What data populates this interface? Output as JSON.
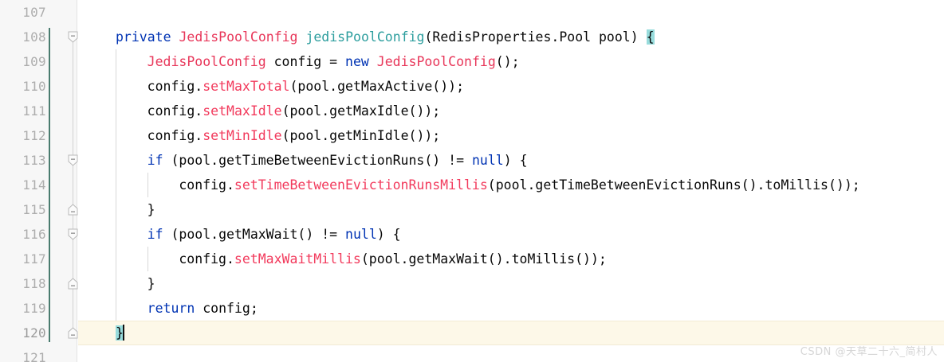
{
  "editor": {
    "language": "java",
    "first_line": 107,
    "line_height": 31,
    "current_line": 120,
    "colors": {
      "background": "#ffffff",
      "gutter_background": "#f7f7f7",
      "line_number": "#adadad",
      "current_line_highlight": "#fdf8e8",
      "brace_match_highlight": "#98dcdc",
      "vcs_change_bar": "#4a7c6f",
      "keyword": "#0033b3",
      "class_name": "#e8375a",
      "method_declaration": "#2d9e9e",
      "method_call_highlighted": "#f23a5c",
      "plain_text": "#080808",
      "indent_guide": "#d8d8d8",
      "watermark": "#d6d6d6"
    }
  },
  "gutter": {
    "line_numbers": [
      "107",
      "108",
      "109",
      "110",
      "111",
      "112",
      "113",
      "114",
      "115",
      "116",
      "117",
      "118",
      "119",
      "120",
      "121"
    ],
    "fold_markers": [
      {
        "line": "108",
        "type": "fold-collapse-icon",
        "direction": "down"
      },
      {
        "line": "113",
        "type": "fold-collapse-icon",
        "direction": "down"
      },
      {
        "line": "115",
        "type": "fold-end-icon",
        "direction": "up"
      },
      {
        "line": "116",
        "type": "fold-collapse-icon",
        "direction": "down"
      },
      {
        "line": "118",
        "type": "fold-end-icon",
        "direction": "up"
      },
      {
        "line": "120",
        "type": "fold-end-icon",
        "direction": "up"
      }
    ]
  },
  "code": {
    "lines": [
      {
        "number": "107",
        "indent": 0,
        "tokens": []
      },
      {
        "number": "108",
        "indent": 1,
        "tokens": [
          {
            "t": "private",
            "c": "kw"
          },
          {
            "t": " ",
            "c": "pl"
          },
          {
            "t": "JedisPoolConfig",
            "c": "type"
          },
          {
            "t": " ",
            "c": "pl"
          },
          {
            "t": "jedisPoolConfig",
            "c": "fn"
          },
          {
            "t": "(RedisProperties.Pool pool) ",
            "c": "pl"
          },
          {
            "t": "{",
            "c": "pl brace-hl"
          }
        ]
      },
      {
        "number": "109",
        "indent": 2,
        "tokens": [
          {
            "t": "JedisPoolConfig",
            "c": "type"
          },
          {
            "t": " config = ",
            "c": "pl"
          },
          {
            "t": "new",
            "c": "kw"
          },
          {
            "t": " ",
            "c": "pl"
          },
          {
            "t": "JedisPoolConfig",
            "c": "type"
          },
          {
            "t": "();",
            "c": "pl"
          }
        ]
      },
      {
        "number": "110",
        "indent": 2,
        "tokens": [
          {
            "t": "config.",
            "c": "pl"
          },
          {
            "t": "setMaxTotal",
            "c": "meth"
          },
          {
            "t": "(pool.getMaxActive());",
            "c": "pl"
          }
        ]
      },
      {
        "number": "111",
        "indent": 2,
        "tokens": [
          {
            "t": "config.",
            "c": "pl"
          },
          {
            "t": "setMaxIdle",
            "c": "meth"
          },
          {
            "t": "(pool.getMaxIdle());",
            "c": "pl"
          }
        ]
      },
      {
        "number": "112",
        "indent": 2,
        "tokens": [
          {
            "t": "config.",
            "c": "pl"
          },
          {
            "t": "setMinIdle",
            "c": "meth"
          },
          {
            "t": "(pool.getMinIdle());",
            "c": "pl"
          }
        ]
      },
      {
        "number": "113",
        "indent": 2,
        "tokens": [
          {
            "t": "if",
            "c": "kw"
          },
          {
            "t": " (pool.getTimeBetweenEvictionRuns() != ",
            "c": "pl"
          },
          {
            "t": "null",
            "c": "kw"
          },
          {
            "t": ") {",
            "c": "pl"
          }
        ]
      },
      {
        "number": "114",
        "indent": 3,
        "tokens": [
          {
            "t": "config.",
            "c": "pl"
          },
          {
            "t": "setTimeBetweenEvictionRunsMillis",
            "c": "meth"
          },
          {
            "t": "(pool.getTimeBetweenEvictionRuns().toMillis());",
            "c": "pl"
          }
        ]
      },
      {
        "number": "115",
        "indent": 2,
        "tokens": [
          {
            "t": "}",
            "c": "pl"
          }
        ]
      },
      {
        "number": "116",
        "indent": 2,
        "tokens": [
          {
            "t": "if",
            "c": "kw"
          },
          {
            "t": " (pool.getMaxWait() != ",
            "c": "pl"
          },
          {
            "t": "null",
            "c": "kw"
          },
          {
            "t": ") {",
            "c": "pl"
          }
        ]
      },
      {
        "number": "117",
        "indent": 3,
        "tokens": [
          {
            "t": "config.",
            "c": "pl"
          },
          {
            "t": "setMaxWaitMillis",
            "c": "meth"
          },
          {
            "t": "(pool.getMaxWait().toMillis());",
            "c": "pl"
          }
        ]
      },
      {
        "number": "118",
        "indent": 2,
        "tokens": [
          {
            "t": "}",
            "c": "pl"
          }
        ]
      },
      {
        "number": "119",
        "indent": 2,
        "tokens": [
          {
            "t": "return",
            "c": "kw"
          },
          {
            "t": " config;",
            "c": "pl"
          }
        ]
      },
      {
        "number": "120",
        "indent": 1,
        "current": true,
        "caret": true,
        "tokens": [
          {
            "t": "}",
            "c": "pl brace-hl"
          }
        ]
      },
      {
        "number": "121",
        "indent": 0,
        "tokens": []
      }
    ]
  },
  "watermark": {
    "text": "CSDN @天草二十六_简村人"
  }
}
